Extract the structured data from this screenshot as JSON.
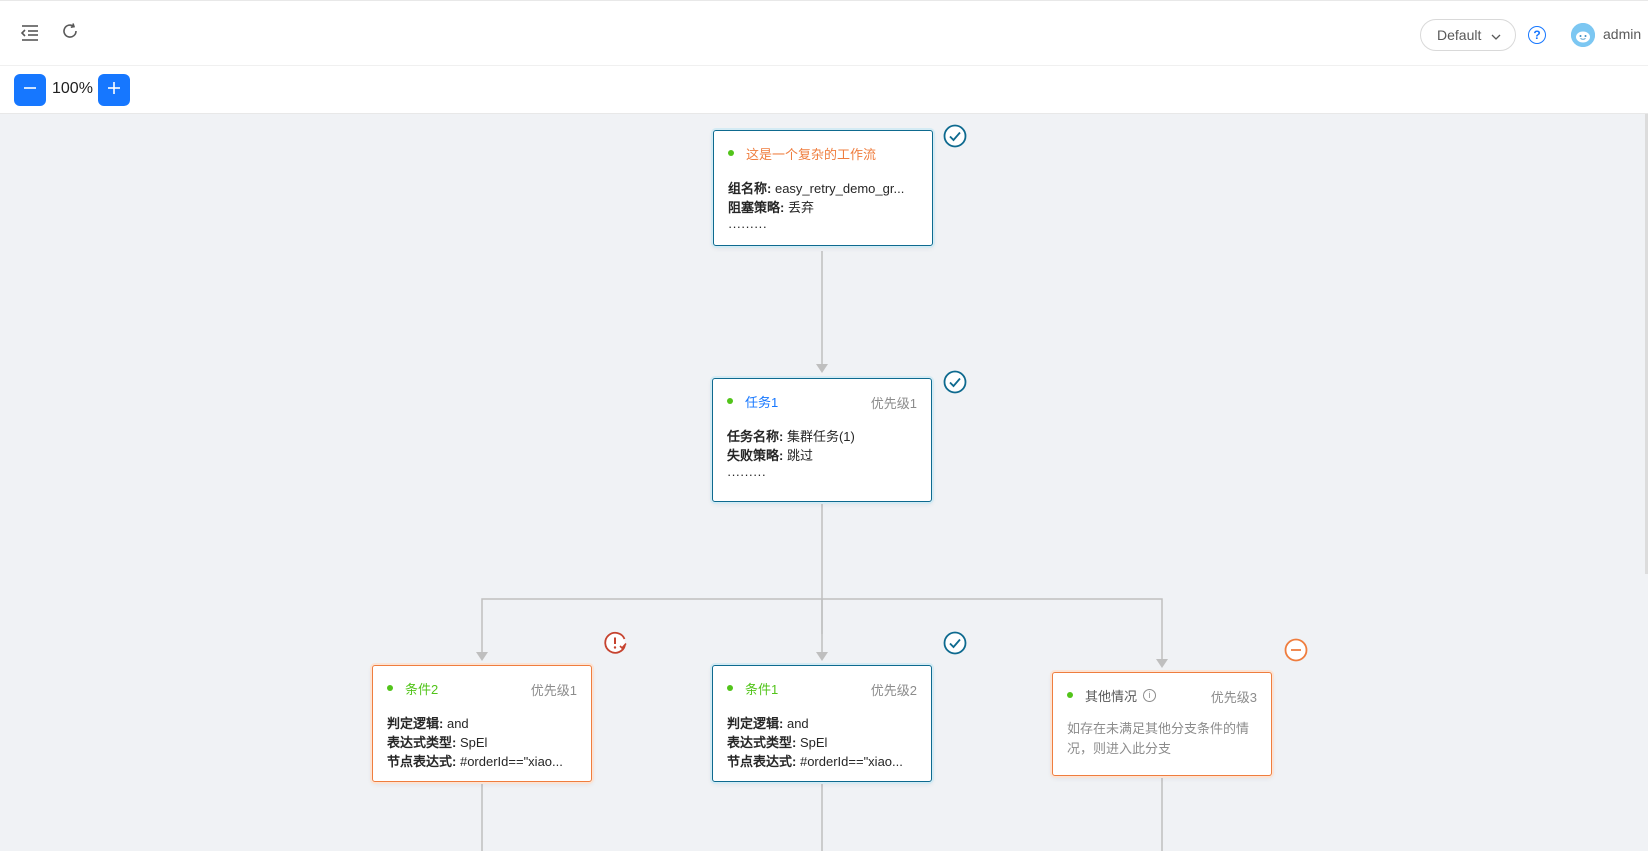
{
  "header": {
    "namespace": "Default",
    "help": "?",
    "username": "admin"
  },
  "zoom": {
    "value": "100%"
  },
  "nodes": {
    "root": {
      "title": "这是一个复杂的工作流",
      "rows": [
        {
          "label": "组名称:",
          "value": "easy_retry_demo_gr..."
        },
        {
          "label": "阻塞策略:",
          "value": "丢弃"
        }
      ],
      "more": "·········",
      "status": "success"
    },
    "task1": {
      "title": "任务1",
      "priority": "优先级1",
      "rows": [
        {
          "label": "任务名称:",
          "value": "集群任务(1)"
        },
        {
          "label": "失败策略:",
          "value": "跳过"
        }
      ],
      "more": "·········",
      "status": "success"
    },
    "cond2": {
      "title": "条件2",
      "priority": "优先级1",
      "rows": [
        {
          "label": "判定逻辑:",
          "value": "and"
        },
        {
          "label": "表达式类型:",
          "value": "SpEl"
        },
        {
          "label": "节点表达式:",
          "value": "#orderId==\"xiao..."
        }
      ],
      "status": "warning"
    },
    "cond1": {
      "title": "条件1",
      "priority": "优先级2",
      "rows": [
        {
          "label": "判定逻辑:",
          "value": "and"
        },
        {
          "label": "表达式类型:",
          "value": "SpEl"
        },
        {
          "label": "节点表达式:",
          "value": "#orderId==\"xiao..."
        }
      ],
      "status": "success"
    },
    "other": {
      "title": "其他情况",
      "priority": "优先级3",
      "description": "如存在未满足其他分支条件的情况，则进入此分支",
      "status": "skipped"
    }
  },
  "colors": {
    "primary": "#1677ff",
    "success_ring": "#0e6a8f",
    "warning": "#c6432f",
    "skipped": "#ef7d3e",
    "root_title": "#ef7d3e",
    "task_title": "#1677ff",
    "cond_title": "#52c41a"
  },
  "icons": [
    "menu-fold-icon",
    "reload-icon",
    "chevron-down-icon",
    "question-icon",
    "minus-icon",
    "plus-icon",
    "check-circle-icon",
    "warning-clock-icon",
    "minus-circle-icon",
    "info-icon"
  ]
}
